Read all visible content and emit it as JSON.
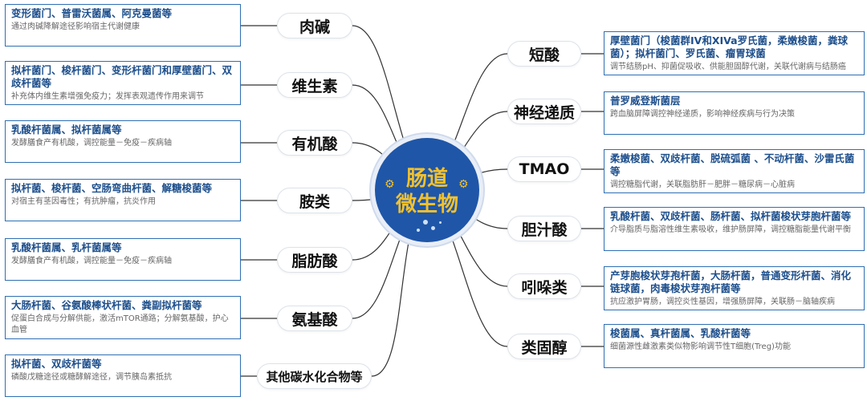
{
  "center": {
    "title_line1": "肠道",
    "title_line2": "微生物",
    "microbe_icon": "bacteria-icon"
  },
  "colors": {
    "center_fill": "#1f56a8",
    "center_text": "#f2c12e",
    "box_border": "#2f6fb3",
    "box_title": "#1d4f8c",
    "line": "#333333"
  },
  "left_nodes": [
    {
      "label": "肉碱",
      "title": "变形菌门、普雷沃菌属、阿克曼菌等",
      "desc": "通过肉碱降解途径影响宿主代谢健康"
    },
    {
      "label": "维生素",
      "title": "拟杆菌门、梭杆菌门、变形杆菌门和厚壁菌门、双歧杆菌等",
      "desc": "补充体内维生素增强免疫力；发挥表观遗传作用来调节"
    },
    {
      "label": "有机酸",
      "title": "乳酸杆菌属、拟杆菌属等",
      "desc": "发酵膳食产有机酸，调控能量－免疫－疾病轴"
    },
    {
      "label": "胺类",
      "title": "拟杆菌、梭杆菌、空肠弯曲杆菌、解糖梭菌等",
      "desc": "对宿主有茎因毒性；有抗肿瘤，抗炎作用"
    },
    {
      "label": "脂肪酸",
      "title": "乳酸杆菌属、乳杆菌属等",
      "desc": "发酵膳食产有机酸，调控能量－免疫－疾病轴"
    },
    {
      "label": "氨基酸",
      "title": "大肠杆菌、谷氨酸棒状杆菌、粪副拟杆菌等",
      "desc": "促蛋白合成与分解供能，激活mTOR通路；分解氨基酸，护心血管"
    },
    {
      "label": "其他碳水化合物等",
      "title": "拟杆菌、双歧杆菌等",
      "desc": "磷酸戊糖途径或糖酵解途径，调节胰岛素抵抗"
    }
  ],
  "right_nodes": [
    {
      "label": "短酸",
      "title": "厚壁菌门（梭菌群IV和XIVa罗氏菌，柔嫩梭菌，粪球菌）；拟杆菌门、罗氏菌、瘤胃球菌",
      "desc": "调节结肠pH、抑菌促吸收、供能胆固醇代谢，关联代谢病与结肠癌"
    },
    {
      "label": "神经递质",
      "title": "普罗威登斯菌层",
      "desc": "跨血脑屏障调控神经递质，影响神经疾病与行为决策"
    },
    {
      "label": "TMAO",
      "title": "柔嫩梭菌、双歧杆菌、脱硫弧菌 、不动杆菌、沙雷氏菌等",
      "desc": "调控糖脂代谢，关联脂肪肝－肥胖－糖尿病－心脏病"
    },
    {
      "label": "胆汁酸",
      "title": "乳酸杆菌、双歧杆菌、肠杆菌、拟杆菌梭状芽胞杆菌等",
      "desc": "介导脂质与脂溶性维生素吸收，维护肠屏障，调控糖脂能量代谢平衡"
    },
    {
      "label": "吲哚类",
      "title": "产芽胞梭状芽孢杆菌，大肠杆菌，普通变形杆菌、消化链球菌，肉毒梭状芽孢杆菌等",
      "desc": "抗应激护胃肠，调控炎性基因，增强肠屏障，关联肠－脑轴疾病"
    },
    {
      "label": "类固醇",
      "title": "梭菌属、真杆菌属、乳酸杆菌等",
      "desc": "细菌源性雌激素类似物影响调节性T细胞(Treg)功能"
    }
  ]
}
